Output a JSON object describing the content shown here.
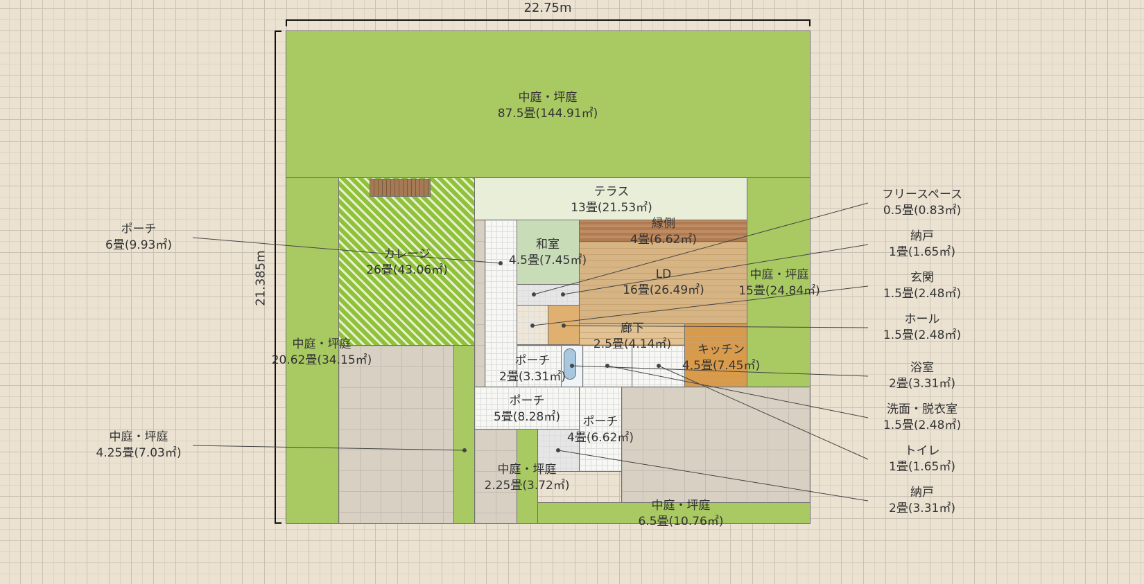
{
  "dimensions": {
    "width": "22.75m",
    "height": "21.385m"
  },
  "colors": {
    "garden": "#a9c963",
    "terrace": "#e8eed8",
    "wood": "#d6b484",
    "kitchen": "#d99a4a",
    "washitsu": "#c8dcb8",
    "background": "#ebe2d2"
  },
  "rooms": [
    {
      "name": "中庭・坪庭",
      "area": "87.5畳(144.91㎡)"
    },
    {
      "name": "テラス",
      "area": "13畳(21.53㎡)"
    },
    {
      "name": "カレージ",
      "area": "26畳(43.06㎡)"
    },
    {
      "name": "縁側",
      "area": "4畳(6.62㎡)"
    },
    {
      "name": "和室",
      "area": "4.5畳(7.45㎡)"
    },
    {
      "name": "LD",
      "area": "16畳(26.49㎡)"
    },
    {
      "name": "中庭・坪庭",
      "area": "15畳(24.84㎡)"
    },
    {
      "name": "フリースペース",
      "area": "0.5畳(0.83㎡)"
    },
    {
      "name": "納戸",
      "area": "1畳(1.65㎡)"
    },
    {
      "name": "ポーチ",
      "area": "6畳(9.93㎡)"
    },
    {
      "name": "玄関",
      "area": "1.5畳(2.48㎡)"
    },
    {
      "name": "ホール",
      "area": "1.5畳(2.48㎡)"
    },
    {
      "name": "廊下",
      "area": "2.5畳(4.14㎡)"
    },
    {
      "name": "キッチン",
      "area": "4.5畳(7.45㎡)"
    },
    {
      "name": "中庭・坪庭",
      "area": "20.62畳(34.15㎡)"
    },
    {
      "name": "ポーチ",
      "area": "2畳(3.31㎡)"
    },
    {
      "name": "浴室",
      "area": "2畳(3.31㎡)"
    },
    {
      "name": "洗面・脱衣室",
      "area": "1.5畳(2.48㎡)"
    },
    {
      "name": "トイレ",
      "area": "1畳(1.65㎡)"
    },
    {
      "name": "ポーチ",
      "area": "5畳(8.28㎡)"
    },
    {
      "name": "ポーチ",
      "area": "4畳(6.62㎡)"
    },
    {
      "name": "中庭・坪庭",
      "area": "4.25畳(7.03㎡)"
    },
    {
      "name": "納戸",
      "area": "2畳(3.31㎡)"
    },
    {
      "name": "中庭・坪庭",
      "area": "2.25畳(3.72㎡)"
    },
    {
      "name": "中庭・坪庭",
      "area": "6.5畳(10.76㎡)"
    }
  ]
}
